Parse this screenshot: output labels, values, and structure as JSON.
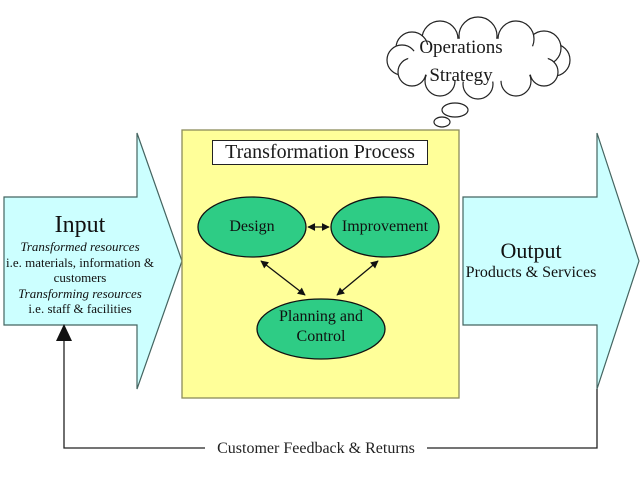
{
  "cloud": {
    "line1": "Operations",
    "line2": "Strategy"
  },
  "process": {
    "title": "Transformation Process"
  },
  "nodes": {
    "design": "Design",
    "improvement": "Improvement",
    "planning_line1": "Planning and",
    "planning_line2": "Control"
  },
  "input": {
    "title": "Input",
    "lines": [
      "Transformed resources",
      "i.e. materials, information &",
      "customers",
      "Transforming resources",
      "i.e. staff & facilities"
    ]
  },
  "output": {
    "title": "Output",
    "subtitle": "Products & Services"
  },
  "feedback": {
    "label": "Customer Feedback & Returns"
  },
  "colors": {
    "flow_arrow_fill": "#CCFFFF",
    "flow_arrow_stroke": "#446460",
    "panel_fill": "#FFFF99",
    "panel_stroke": "#8C8C5A",
    "node_fill": "#2ECC85",
    "line_black": "#111111"
  }
}
